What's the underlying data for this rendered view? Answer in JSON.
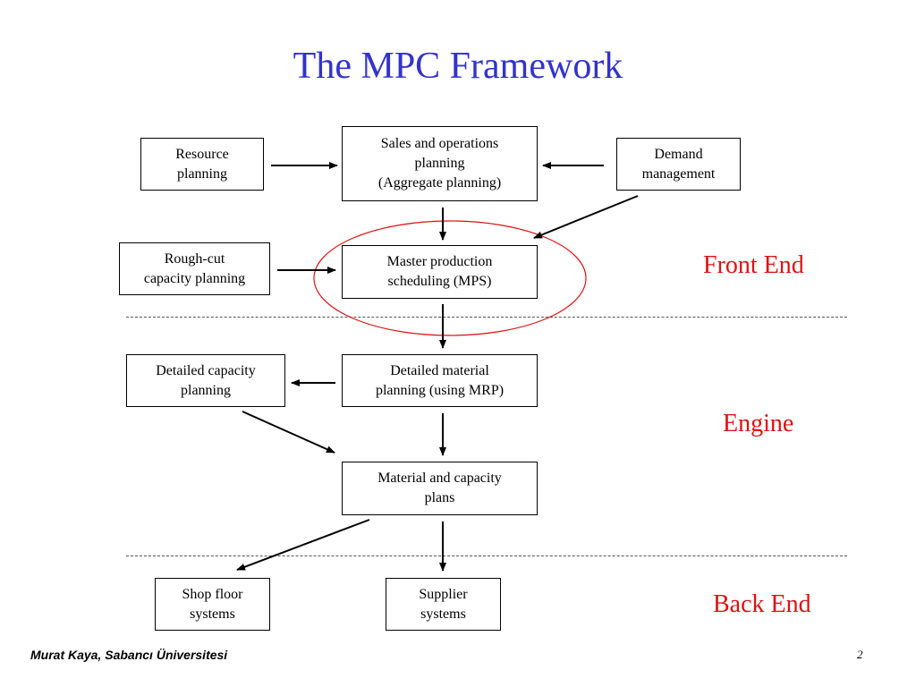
{
  "slide": {
    "title": "The MPC Framework",
    "footer_author": "Murat Kaya, Sabancı Üniversitesi",
    "page_number": "2"
  },
  "boxes": {
    "resource_planning": "Resource\nplanning",
    "sales_operations": "Sales and operations\nplanning\n(Aggregate planning)",
    "demand_management": "Demand\nmanagement",
    "rough_cut": "Rough-cut\ncapacity  planning",
    "mps": "Master production\nscheduling (MPS)",
    "detailed_capacity": "Detailed capacity\nplanning",
    "detailed_material": "Detailed material\nplanning (using MRP)",
    "material_capacity_plans": "Material and capacity\nplans",
    "shop_floor": "Shop floor\nsystems",
    "supplier": "Supplier\nsystems"
  },
  "sections": {
    "front_end": "Front End",
    "engine": "Engine",
    "back_end": "Back End"
  },
  "colors": {
    "title": "#3333cc",
    "section_label": "#dd1111",
    "highlight_ellipse": "#dd1111"
  }
}
